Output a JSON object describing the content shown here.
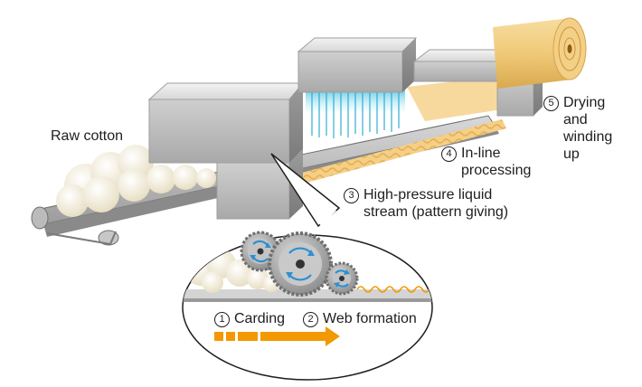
{
  "labels": {
    "raw_cotton": "Raw cotton",
    "step1": {
      "num": "1",
      "text": "Carding"
    },
    "step2": {
      "num": "2",
      "text": "Web formation"
    },
    "step3": {
      "num": "3",
      "line1": "High-pressure liquid",
      "line2": "stream (pattern giving)"
    },
    "step4": {
      "num": "4",
      "line1": "In-line",
      "line2": "processing"
    },
    "step5": {
      "num": "5",
      "line1": "Drying",
      "line2": "and",
      "line3": "winding",
      "line4": "up"
    }
  },
  "colors": {
    "machine_light": "#e3e3e3",
    "machine_mid": "#bdbdbd",
    "machine_dark": "#8e8e8e",
    "conveyor": "#8a8a8a",
    "web": "#f2c67a",
    "roll": "#f1d18e",
    "arrow": "#f39800",
    "jet": "#6fd3e6",
    "gear": "#9a9a9a",
    "rotation_arrow": "#2f8fd0"
  },
  "icons": [
    "cotton-cloud",
    "gear",
    "rotation-arrow",
    "process-arrow",
    "fabric-roll"
  ]
}
